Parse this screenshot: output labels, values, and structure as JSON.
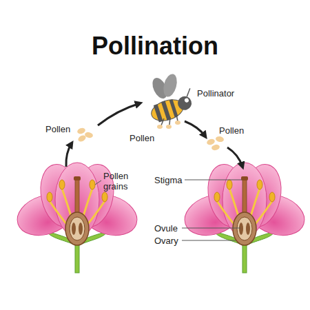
{
  "diagram": {
    "title": "Pollination",
    "labels": [
      "Pollen",
      "Pollen grains",
      "Pollinator",
      "Pollen",
      "Pollen",
      "Stigma",
      "Ovule",
      "Ovary"
    ]
  }
}
